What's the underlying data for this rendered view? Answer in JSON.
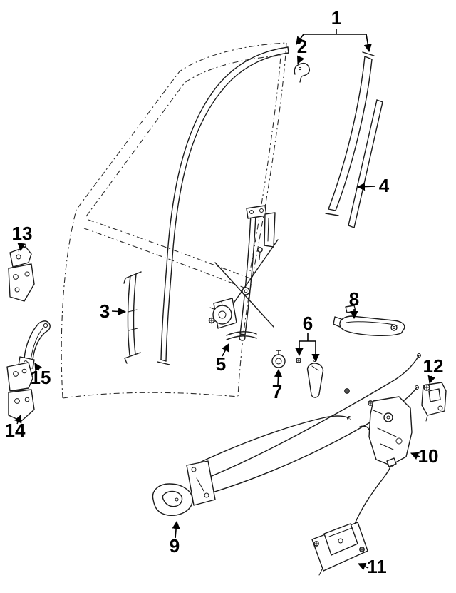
{
  "diagram": {
    "kind": "exploded-parts-diagram",
    "background_color": "#ffffff",
    "line_color": "#1b1b1b",
    "callouts": [
      {
        "label": "1"
      },
      {
        "label": "2"
      },
      {
        "label": "3"
      },
      {
        "label": "4"
      },
      {
        "label": "5"
      },
      {
        "label": "6"
      },
      {
        "label": "7"
      },
      {
        "label": "8"
      },
      {
        "label": "9"
      },
      {
        "label": "10"
      },
      {
        "label": "11"
      },
      {
        "label": "12"
      },
      {
        "label": "13"
      },
      {
        "label": "14"
      },
      {
        "label": "15"
      }
    ]
  }
}
